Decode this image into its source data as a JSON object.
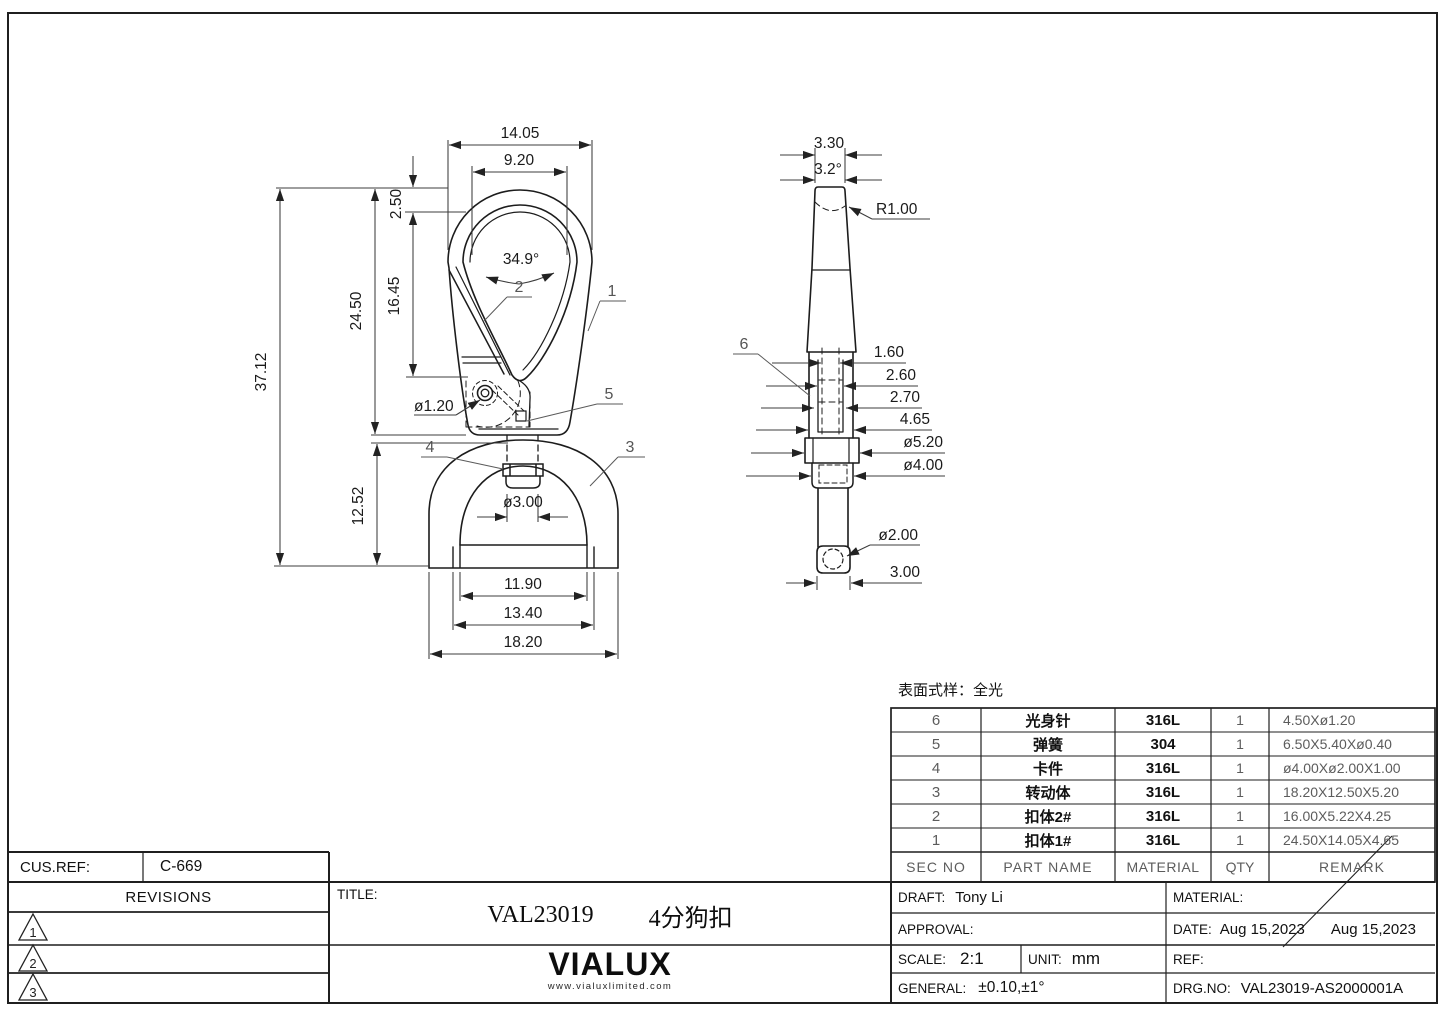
{
  "front_view": {
    "dims": {
      "top_width": "14.05",
      "inner_width": "9.20",
      "nose_offset": "2.50",
      "opening_depth": "16.45",
      "body_height": "24.50",
      "total_height": "37.12",
      "swivel_height": "12.52",
      "opening_angle": "34.9°",
      "pivot_hole": "ø1.20",
      "stem_dia": "ø3.00",
      "slot_width": "11.90",
      "bar_width": "13.40",
      "dring_width": "18.20"
    },
    "labels": {
      "body": "1",
      "gate": "2",
      "swivel": "3",
      "clip": "4",
      "spring": "5"
    }
  },
  "side_view": {
    "dims": {
      "tip_width": "3.30",
      "taper_angle": "3.2°",
      "nose_radius": "R1.00",
      "slot": "1.60",
      "inner_width": "2.60",
      "pin_width": "2.70",
      "clevis_width": "4.65",
      "collar_dia": "ø5.20",
      "neck_dia": "ø4.00",
      "hole_dia": "ø2.00",
      "foot_width": "3.00"
    },
    "labels": {
      "pin": "6"
    }
  },
  "surface_note": "表面式样：全光",
  "parts_table": {
    "headers": [
      "SEC NO",
      "PART NAME",
      "MATERIAL",
      "QTY",
      "REMARK"
    ],
    "rows": [
      {
        "sec": "6",
        "name": "光身针",
        "material": "316L",
        "qty": "1",
        "remark": "4.50Xø1.20"
      },
      {
        "sec": "5",
        "name": "弹簧",
        "material": "304",
        "qty": "1",
        "remark": "6.50X5.40Xø0.40"
      },
      {
        "sec": "4",
        "name": "卡件",
        "material": "316L",
        "qty": "1",
        "remark": "ø4.00Xø2.00X1.00"
      },
      {
        "sec": "3",
        "name": "转动体",
        "material": "316L",
        "qty": "1",
        "remark": "18.20X12.50X5.20"
      },
      {
        "sec": "2",
        "name": "扣体2#",
        "material": "316L",
        "qty": "1",
        "remark": "16.00X5.22X4.25"
      },
      {
        "sec": "1",
        "name": "扣体1#",
        "material": "316L",
        "qty": "1",
        "remark": "24.50X14.05X4.65"
      }
    ]
  },
  "title_block": {
    "cus_ref_label": "CUS.REF:",
    "cus_ref_value": "C-669",
    "revisions_label": "REVISIONS",
    "revision_rows": [
      {
        "num": "1"
      },
      {
        "num": "2"
      },
      {
        "num": "3"
      }
    ],
    "title_label": "TITLE:",
    "drawing_code": "VAL23019",
    "part_name": "4分狗扣",
    "logo": "VIALUX",
    "logo_sub": "www.vialuxlimited.com",
    "draft_label": "DRAFT:",
    "draft_value": "Tony Li",
    "approval_label": "APPROVAL:",
    "scale_label": "SCALE:",
    "scale_value": "2:1",
    "unit_label": "UNIT:",
    "unit_value": "mm",
    "general_label": "GENERAL:",
    "general_value": "±0.10,±1°",
    "material_label": "MATERIAL:",
    "date_label": "DATE:",
    "date_value_1": "Aug 15,2023",
    "date_value_2": "Aug 15,2023",
    "ref_label": "REF:",
    "drg_no_label": "DRG.NO:",
    "drg_no_value": "VAL23019-AS2000001A"
  }
}
